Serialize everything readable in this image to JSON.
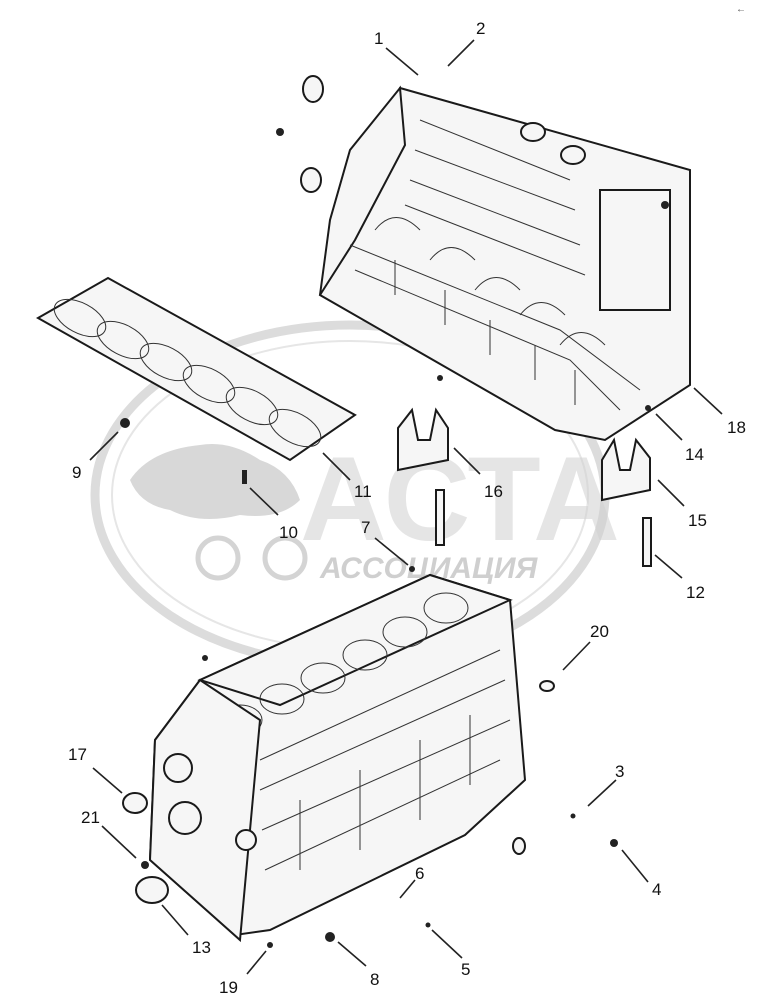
{
  "watermark": {
    "brand": "АСТА",
    "subtitle": "АССОЦИАЦИЯ"
  },
  "corner_mark": "←",
  "callouts": [
    "1",
    "2",
    "3",
    "4",
    "5",
    "6",
    "7",
    "8",
    "9",
    "10",
    "11",
    "12",
    "13",
    "14",
    "15",
    "16",
    "17",
    "18",
    "19",
    "20",
    "21"
  ]
}
